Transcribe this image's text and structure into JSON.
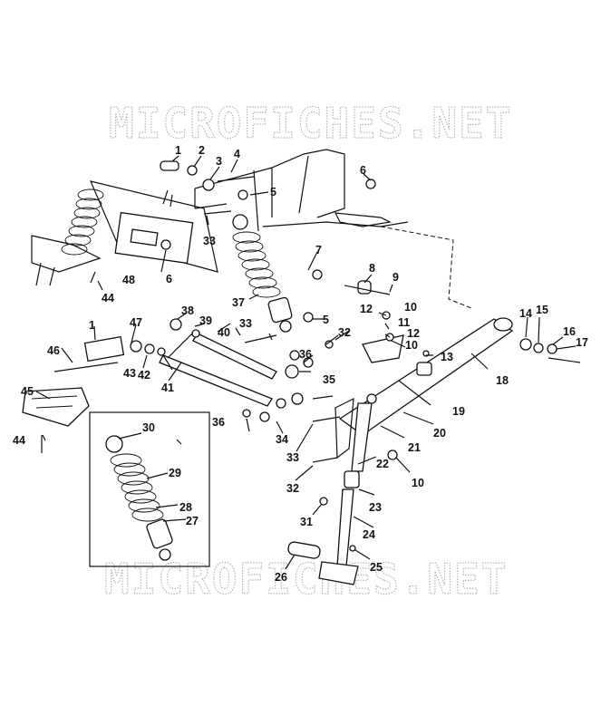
{
  "watermark": {
    "top_text": "MICROFICHES.NET",
    "bottom_text": "MICROFICHES.NET"
  },
  "callouts": [
    {
      "id": "c1a",
      "text": "1"
    },
    {
      "id": "c2",
      "text": "2"
    },
    {
      "id": "c3",
      "text": "3"
    },
    {
      "id": "c4",
      "text": "4"
    },
    {
      "id": "c5a",
      "text": "5"
    },
    {
      "id": "c6a",
      "text": "6"
    },
    {
      "id": "c6b",
      "text": "6"
    },
    {
      "id": "c7",
      "text": "7"
    },
    {
      "id": "c8",
      "text": "8"
    },
    {
      "id": "c9",
      "text": "9"
    },
    {
      "id": "c10a",
      "text": "10"
    },
    {
      "id": "c10b",
      "text": "10"
    },
    {
      "id": "c10c",
      "text": "10"
    },
    {
      "id": "c11",
      "text": "11"
    },
    {
      "id": "c12a",
      "text": "12"
    },
    {
      "id": "c12b",
      "text": "12"
    },
    {
      "id": "c13",
      "text": "13"
    },
    {
      "id": "c14",
      "text": "14"
    },
    {
      "id": "c15",
      "text": "15"
    },
    {
      "id": "c16",
      "text": "16"
    },
    {
      "id": "c17",
      "text": "17"
    },
    {
      "id": "c18",
      "text": "18"
    },
    {
      "id": "c19",
      "text": "19"
    },
    {
      "id": "c20",
      "text": "20"
    },
    {
      "id": "c21",
      "text": "21"
    },
    {
      "id": "c22",
      "text": "22"
    },
    {
      "id": "c23",
      "text": "23"
    },
    {
      "id": "c24",
      "text": "24"
    },
    {
      "id": "c25",
      "text": "25"
    },
    {
      "id": "c26",
      "text": "26"
    },
    {
      "id": "c27",
      "text": "27"
    },
    {
      "id": "c28",
      "text": "28"
    },
    {
      "id": "c29",
      "text": "29"
    },
    {
      "id": "c30",
      "text": "30"
    },
    {
      "id": "c31",
      "text": "31"
    },
    {
      "id": "c32a",
      "text": "32"
    },
    {
      "id": "c32b",
      "text": "32"
    },
    {
      "id": "c33a",
      "text": "33"
    },
    {
      "id": "c33b",
      "text": "33"
    },
    {
      "id": "c33c",
      "text": "33"
    },
    {
      "id": "c34",
      "text": "34"
    },
    {
      "id": "c35",
      "text": "35"
    },
    {
      "id": "c36a",
      "text": "36"
    },
    {
      "id": "c36b",
      "text": "36"
    },
    {
      "id": "c37",
      "text": "37"
    },
    {
      "id": "c38",
      "text": "38"
    },
    {
      "id": "c39",
      "text": "39"
    },
    {
      "id": "c40",
      "text": "40"
    },
    {
      "id": "c41",
      "text": "41"
    },
    {
      "id": "c42",
      "text": "42"
    },
    {
      "id": "c43",
      "text": "43"
    },
    {
      "id": "c44a",
      "text": "44"
    },
    {
      "id": "c44b",
      "text": "44"
    },
    {
      "id": "c45",
      "text": "45"
    },
    {
      "id": "c46",
      "text": "46"
    },
    {
      "id": "c47",
      "text": "47"
    },
    {
      "id": "c48",
      "text": "48"
    },
    {
      "id": "c1b",
      "text": "1"
    },
    {
      "id": "c5b",
      "text": "5"
    }
  ]
}
